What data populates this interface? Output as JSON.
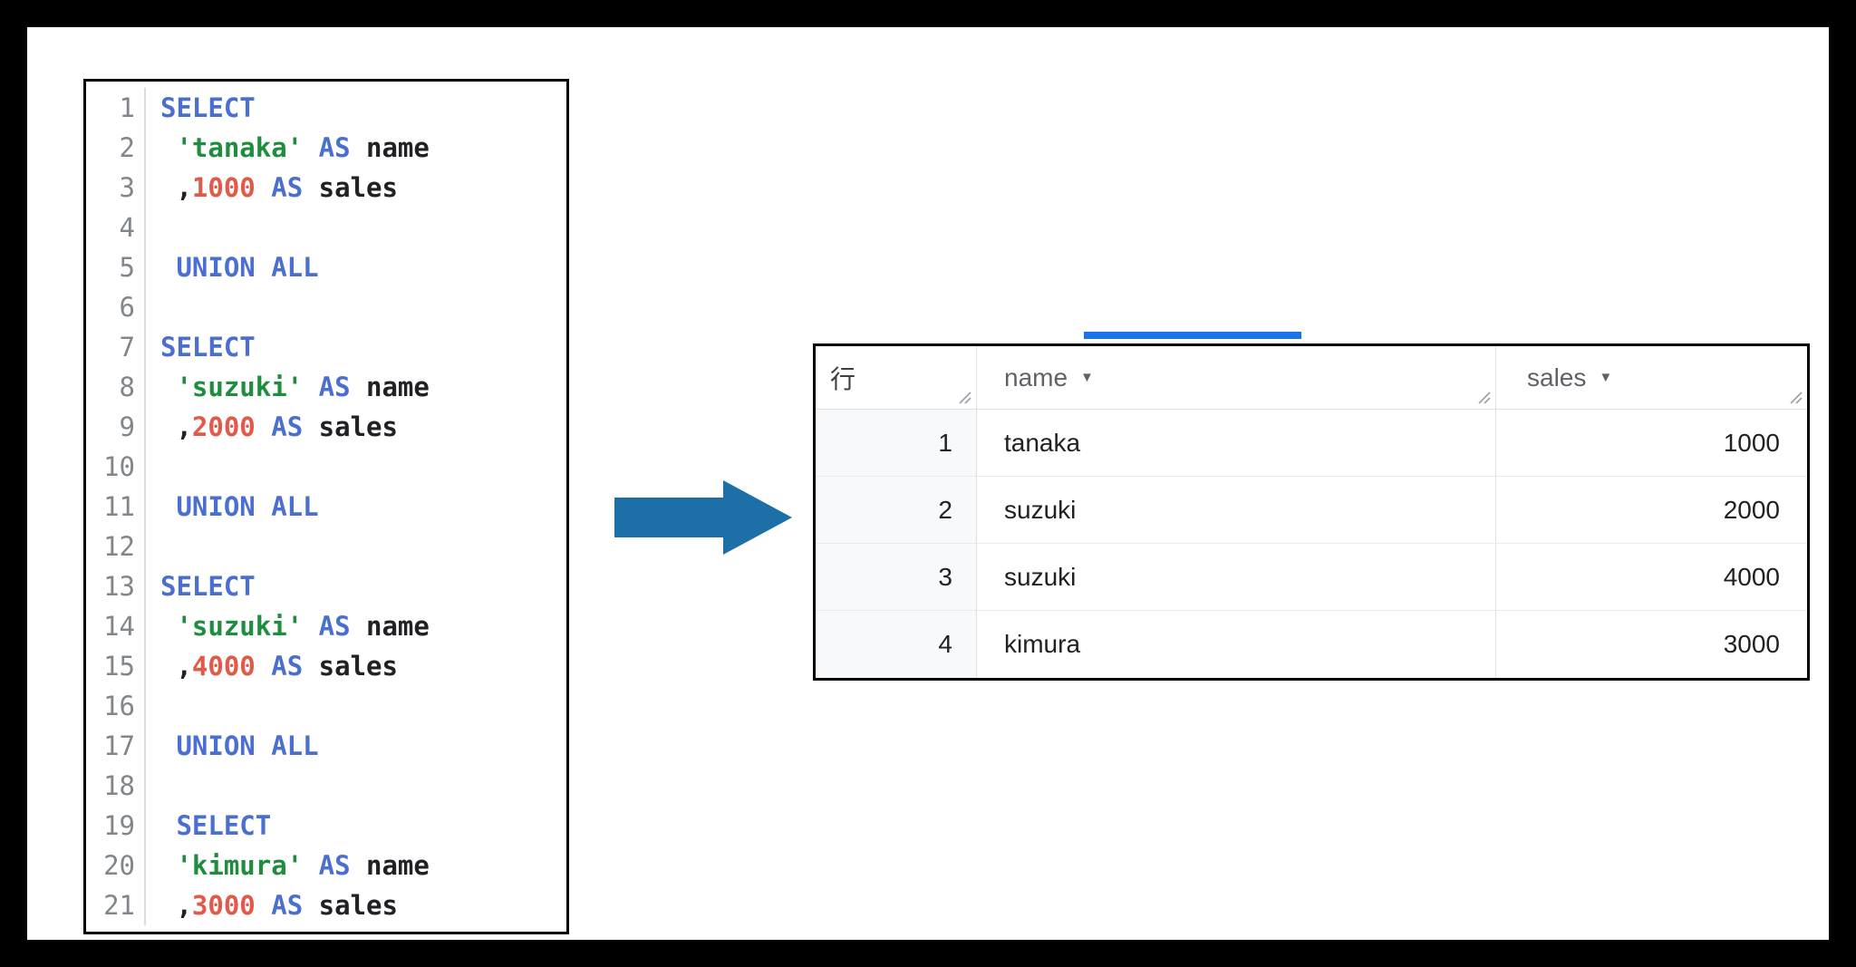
{
  "colors": {
    "frame_bg": "#000000",
    "canvas_bg": "#ffffff",
    "arrow_blue": "#1d6fa8",
    "tab_indicator_blue": "#1a73e8",
    "syntax_keyword": "#4a6fd1",
    "syntax_string": "#1e8e3e",
    "syntax_number": "#e25849",
    "syntax_plain": "#202124",
    "line_number_gray": "#80868b",
    "gutter_line": "#dadce0",
    "grid_line": "#e0e0e0",
    "row_line": "#e8eaed",
    "row_number_bg": "#f8f9fa",
    "header_text": "#5f6368",
    "cell_text": "#202124"
  },
  "editor": {
    "lines": [
      {
        "n": "1",
        "t": [
          [
            "k",
            "SELECT"
          ]
        ]
      },
      {
        "n": "2",
        "t": [
          [
            "p",
            " "
          ],
          [
            "s",
            "'tanaka'"
          ],
          [
            "p",
            " "
          ],
          [
            "k",
            "AS"
          ],
          [
            "p",
            " name"
          ]
        ]
      },
      {
        "n": "3",
        "t": [
          [
            "p",
            " ,"
          ],
          [
            "n",
            "1000"
          ],
          [
            "p",
            " "
          ],
          [
            "k",
            "AS"
          ],
          [
            "p",
            " sales"
          ]
        ]
      },
      {
        "n": "4",
        "t": []
      },
      {
        "n": "5",
        "t": [
          [
            "p",
            " "
          ],
          [
            "k",
            "UNION ALL"
          ]
        ]
      },
      {
        "n": "6",
        "t": []
      },
      {
        "n": "7",
        "t": [
          [
            "k",
            "SELECT"
          ]
        ]
      },
      {
        "n": "8",
        "t": [
          [
            "p",
            " "
          ],
          [
            "s",
            "'suzuki'"
          ],
          [
            "p",
            " "
          ],
          [
            "k",
            "AS"
          ],
          [
            "p",
            " name"
          ]
        ]
      },
      {
        "n": "9",
        "t": [
          [
            "p",
            " ,"
          ],
          [
            "n",
            "2000"
          ],
          [
            "p",
            " "
          ],
          [
            "k",
            "AS"
          ],
          [
            "p",
            " sales"
          ]
        ]
      },
      {
        "n": "10",
        "t": []
      },
      {
        "n": "11",
        "t": [
          [
            "p",
            " "
          ],
          [
            "k",
            "UNION ALL"
          ]
        ]
      },
      {
        "n": "12",
        "t": []
      },
      {
        "n": "13",
        "t": [
          [
            "k",
            "SELECT"
          ]
        ]
      },
      {
        "n": "14",
        "t": [
          [
            "p",
            " "
          ],
          [
            "s",
            "'suzuki'"
          ],
          [
            "p",
            " "
          ],
          [
            "k",
            "AS"
          ],
          [
            "p",
            " name"
          ]
        ]
      },
      {
        "n": "15",
        "t": [
          [
            "p",
            " ,"
          ],
          [
            "n",
            "4000"
          ],
          [
            "p",
            " "
          ],
          [
            "k",
            "AS"
          ],
          [
            "p",
            " sales"
          ]
        ]
      },
      {
        "n": "16",
        "t": []
      },
      {
        "n": "17",
        "t": [
          [
            "p",
            " "
          ],
          [
            "k",
            "UNION ALL"
          ]
        ]
      },
      {
        "n": "18",
        "t": []
      },
      {
        "n": "19",
        "t": [
          [
            "p",
            " "
          ],
          [
            "k",
            "SELECT"
          ]
        ]
      },
      {
        "n": "20",
        "t": [
          [
            "p",
            " "
          ],
          [
            "s",
            "'kimura'"
          ],
          [
            "p",
            " "
          ],
          [
            "k",
            "AS"
          ],
          [
            "p",
            " name"
          ]
        ]
      },
      {
        "n": "21",
        "t": [
          [
            "p",
            " ,"
          ],
          [
            "n",
            "3000"
          ],
          [
            "p",
            " "
          ],
          [
            "k",
            "AS"
          ],
          [
            "p",
            " sales"
          ]
        ]
      }
    ]
  },
  "table": {
    "columns": [
      {
        "label": "行",
        "sortable": false
      },
      {
        "label": "name",
        "sort_glyph": "▼"
      },
      {
        "label": "sales",
        "sort_glyph": "▼"
      }
    ],
    "rows": [
      {
        "row": "1",
        "name": "tanaka",
        "sales": "1000"
      },
      {
        "row": "2",
        "name": "suzuki",
        "sales": "2000"
      },
      {
        "row": "3",
        "name": "suzuki",
        "sales": "4000"
      },
      {
        "row": "4",
        "name": "kimura",
        "sales": "3000"
      }
    ]
  }
}
